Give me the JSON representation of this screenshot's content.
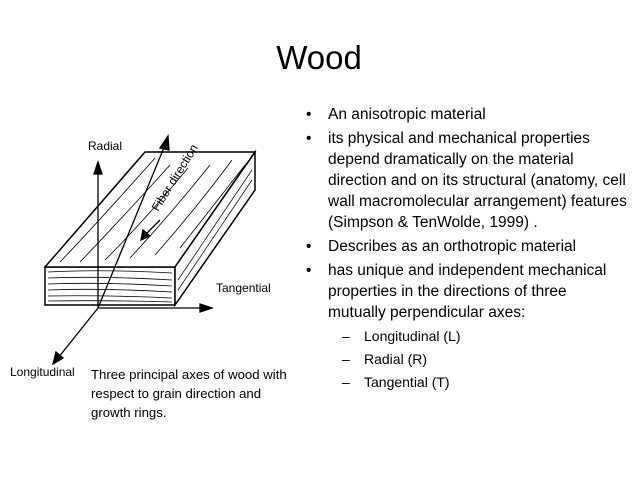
{
  "slide": {
    "title": "Wood",
    "bullets": [
      {
        "text": "An anisotropic material"
      },
      {
        "text": "its physical and mechanical properties depend dramatically on the material direction and on its structural (anatomy, cell wall macromolecular arrangement) features (Simpson & TenWolde, 1999) ."
      },
      {
        "text": "Describes as an orthotropic material"
      },
      {
        "text": "has unique and independent mechanical properties in the directions of three mutually perpendicular axes:"
      }
    ],
    "sub_bullets": [
      "Longitudinal  (L)",
      "Radial (R)",
      "Tangential (T)"
    ],
    "bullet_symbol": "•",
    "dash_symbol": "–",
    "caption": "Three principal axes of wood with respect to grain direction and growth rings."
  },
  "figure": {
    "labels": {
      "radial": "Radial",
      "fiber": "Fiber direction",
      "tangential": "Tangential",
      "longitudinal": "Longitudinal"
    }
  }
}
